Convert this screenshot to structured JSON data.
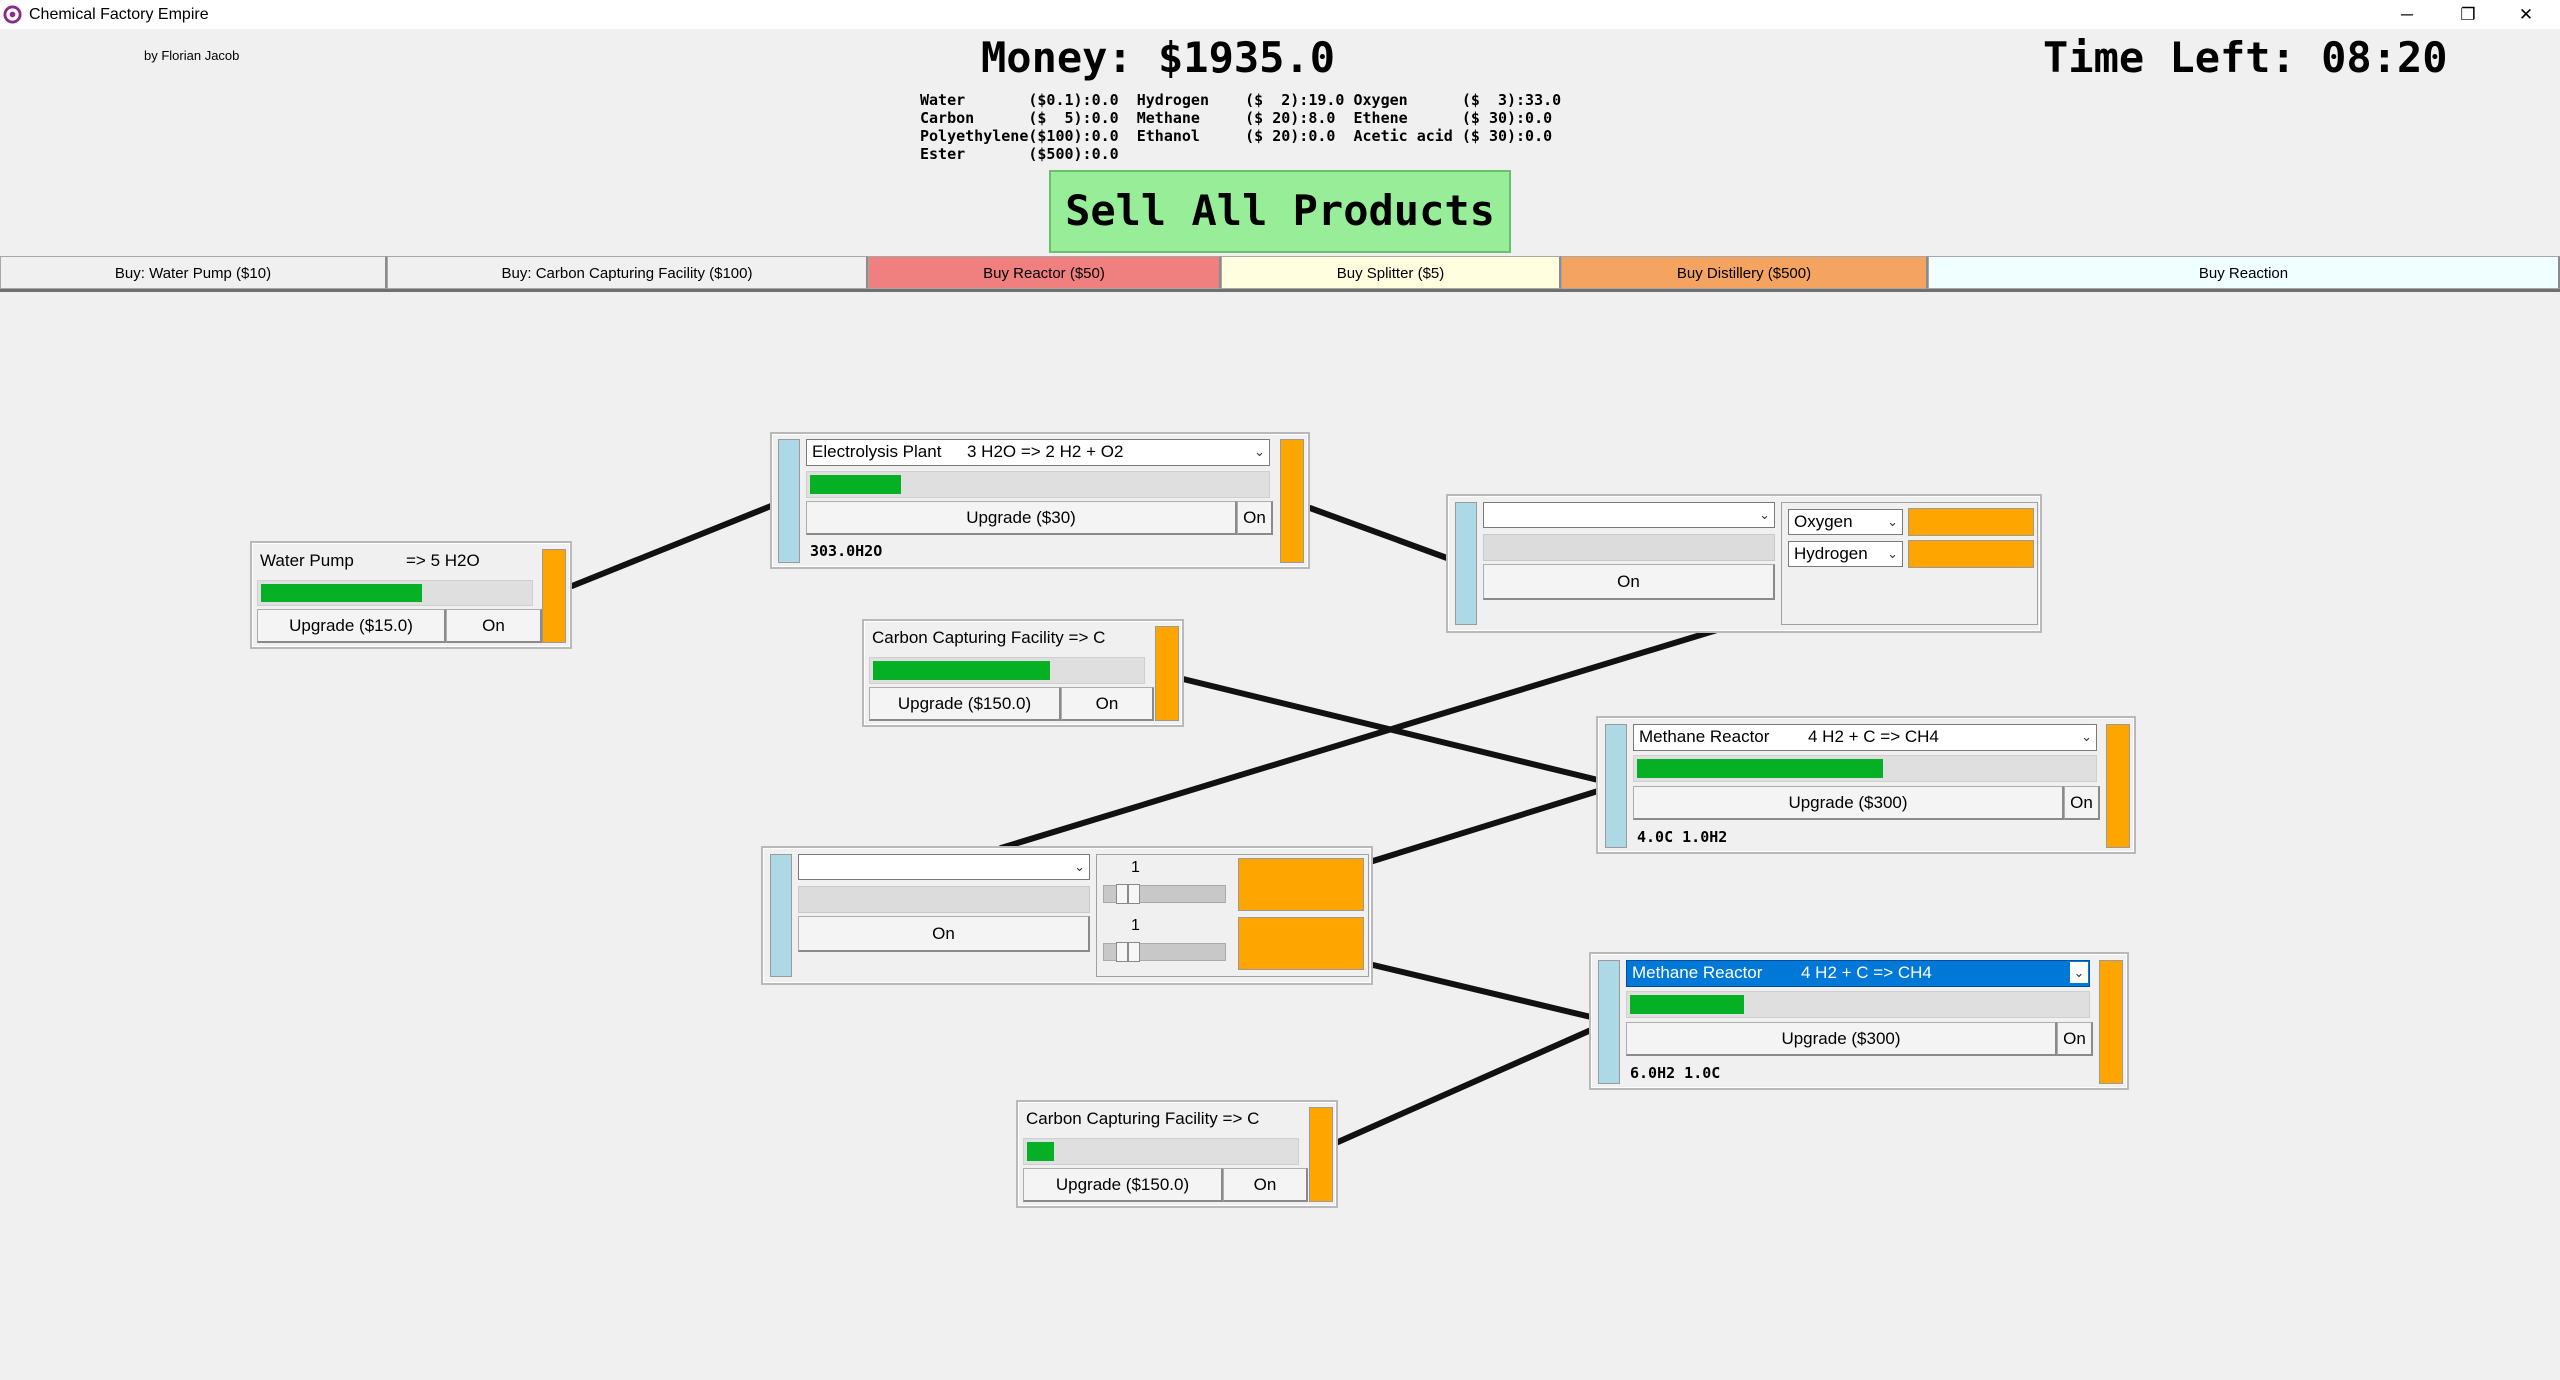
{
  "window": {
    "title": "Chemical Factory Empire",
    "minimize": "─",
    "restore": "❐",
    "close": "✕"
  },
  "header": {
    "byline": "by Florian Jacob",
    "money": "Money: $1935.0",
    "time_left": "Time Left: 08:20",
    "prices": "Water       ($0.1):0.0  Hydrogen    ($  2):19.0 Oxygen      ($  3):33.0\nCarbon      ($  5):0.0  Methane     ($ 20):8.0  Ethene      ($ 30):0.0\nPolyethylene($100):0.0  Ethanol     ($ 20):0.0  Acetic acid ($ 30):0.0\nEster       ($500):0.0",
    "sell_all": "Sell All Products"
  },
  "tabs": [
    {
      "label": "Buy: Water Pump ($10)",
      "color": "#f0f0f0"
    },
    {
      "label": "Buy: Carbon Capturing Facility ($100)",
      "color": "#f0f0f0"
    },
    {
      "label": "Buy Reactor ($50)",
      "color": "#f08080"
    },
    {
      "label": "Buy Splitter ($5)",
      "color": "#ffffe0"
    },
    {
      "label": "Buy Distillery ($500)",
      "color": "#f4a460"
    },
    {
      "label": "Buy Reaction",
      "color": "#f0ffff"
    }
  ],
  "machines": {
    "water_pump": {
      "name": "Water Pump",
      "recipe": "=> 5 H2O",
      "progress": 0.6,
      "upgrade": "Upgrade ($15.0)",
      "toggle": "On"
    },
    "electrolysis": {
      "name": "Electrolysis Plant",
      "recipe": "3 H2O => 2 H2 + O2",
      "progress": 0.2,
      "upgrade": "Upgrade ($30)",
      "toggle": "On",
      "inventory": "303.0H2O"
    },
    "distillery": {
      "selected": "",
      "toggle": "On",
      "outputs": [
        "Oxygen",
        "Hydrogen"
      ]
    },
    "carbon_1": {
      "name": "Carbon Capturing Facility => C",
      "progress": 0.66,
      "upgrade": "Upgrade ($150.0)",
      "toggle": "On"
    },
    "methane_1": {
      "name": "Methane Reactor",
      "recipe": "4 H2 + C => CH4",
      "progress": 0.54,
      "upgrade": "Upgrade ($300)",
      "toggle": "On",
      "inventory": "4.0C   1.0H2"
    },
    "splitter": {
      "selected": "",
      "toggle": "On",
      "ratios": [
        "1",
        "1"
      ]
    },
    "methane_2": {
      "name": "Methane Reactor",
      "recipe": "4 H2 + C => CH4",
      "progress": 0.25,
      "upgrade": "Upgrade ($300)",
      "toggle": "On",
      "inventory": "6.0H2   1.0C"
    },
    "carbon_2": {
      "name": "Carbon Capturing Facility => C",
      "progress": 0.1,
      "upgrade": "Upgrade ($150.0)",
      "toggle": "On"
    }
  },
  "colors": {
    "input_slot": "#add8e6",
    "output_slot": "#ffa500",
    "progress": "#06b025",
    "sell_button": "#98ee98"
  }
}
